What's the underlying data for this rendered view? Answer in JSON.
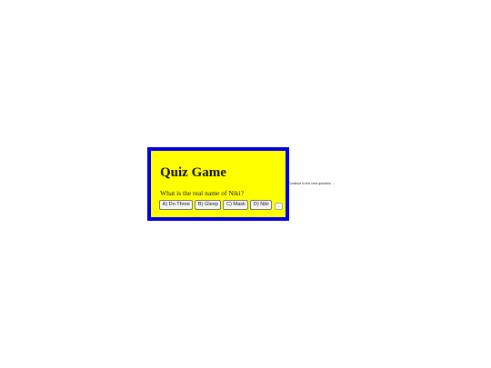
{
  "quiz": {
    "title": "Quiz Game",
    "question": "What is the real name of Niki?",
    "answers": [
      {
        "label": "A) Do Three"
      },
      {
        "label": "B) Gleep"
      },
      {
        "label": "C) Mask"
      },
      {
        "label": "D) Niki"
      }
    ],
    "next_label": "..."
  },
  "continue": {
    "label": "Continue to the next question →"
  },
  "colors": {
    "box_background": "#ffff00",
    "box_border": "#0000e6"
  }
}
